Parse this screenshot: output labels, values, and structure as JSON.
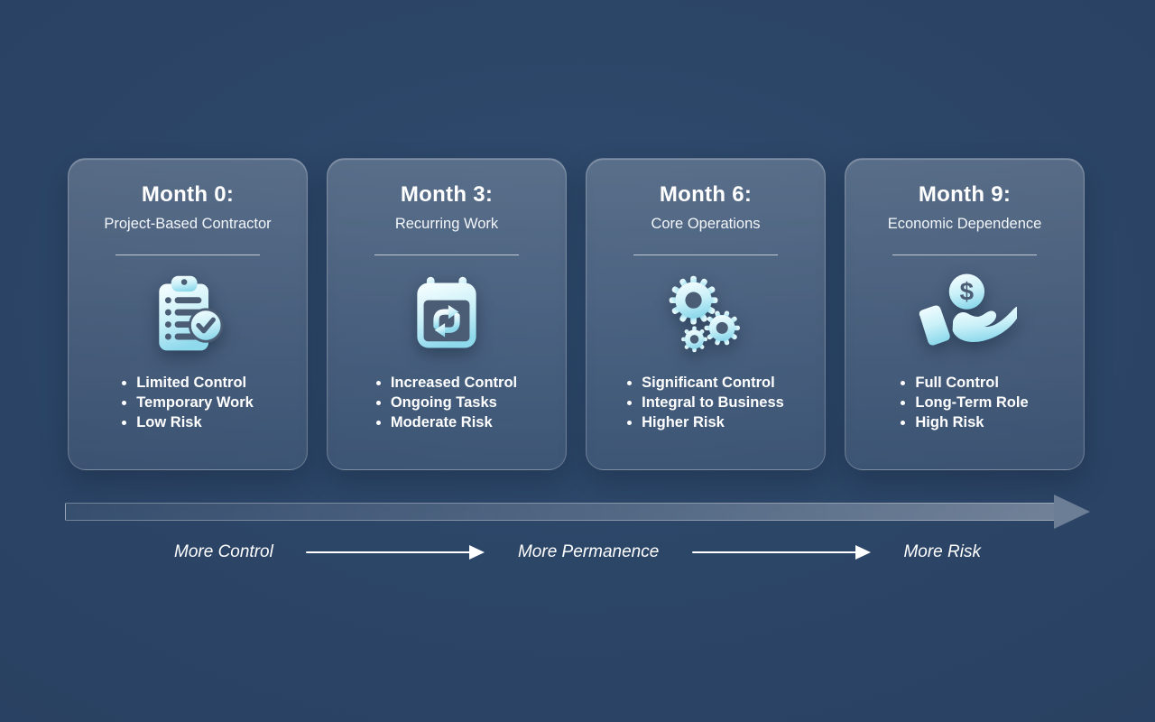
{
  "colors": {
    "background": "#2a4263",
    "card_glass_border": "rgba(255,255,255,0.22)",
    "icon_gradient_light": "#f7feff",
    "icon_gradient_cyan": "#8ed9ec",
    "icon_cutout_slate": "#4b5d75",
    "text": "#ffffff",
    "big_arrow_head": "#6b7e95"
  },
  "icons": {
    "dollar_symbol": "$"
  },
  "cards": [
    {
      "month": "Month 0:",
      "subtitle": "Project-Based Contractor",
      "icon": "clipboard-checklist-icon",
      "bullets": [
        "Limited Control",
        "Temporary Work",
        "Low Risk"
      ]
    },
    {
      "month": "Month 3:",
      "subtitle": "Recurring Work",
      "icon": "calendar-repeat-icon",
      "bullets": [
        "Increased Control",
        "Ongoing Tasks",
        "Moderate Risk"
      ]
    },
    {
      "month": "Month 6:",
      "subtitle": "Core Operations",
      "icon": "gears-icon",
      "bullets": [
        "Significant Control",
        "Integral to Business",
        "Higher Risk"
      ]
    },
    {
      "month": "Month 9:",
      "subtitle": "Economic Dependence",
      "icon": "hand-coin-icon",
      "bullets": [
        "Full Control",
        "Long-Term Role",
        "High Risk"
      ]
    }
  ],
  "legend": {
    "labels": [
      "More Control",
      "More Permanence",
      "More Risk"
    ]
  }
}
